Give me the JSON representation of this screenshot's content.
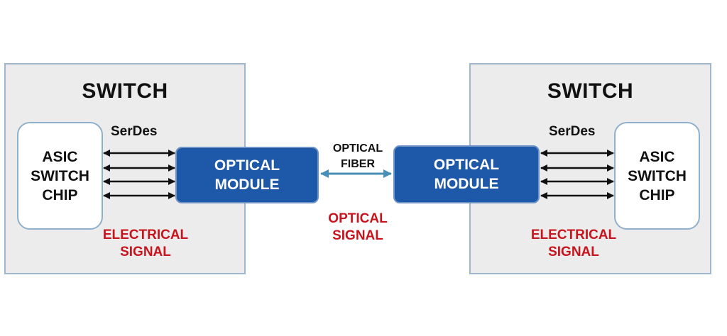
{
  "left_switch": {
    "title": "SWITCH",
    "asic_label": "ASIC\nSWITCH\nCHIP",
    "serdes_label": "SerDes",
    "optical_module_label": "OPTICAL\nMODULE",
    "signal_label": "ELECTRICAL\nSIGNAL"
  },
  "right_switch": {
    "title": "SWITCH",
    "asic_label": "ASIC\nSWITCH\nCHIP",
    "serdes_label": "SerDes",
    "optical_module_label": "OPTICAL\nMODULE",
    "signal_label": "ELECTRICAL\nSIGNAL"
  },
  "fiber": {
    "label": "OPTICAL\nFIBER",
    "signal_label": "OPTICAL\nSIGNAL"
  },
  "colors": {
    "module_fill": "#1e58a8",
    "signal_red": "#c8141c",
    "switch_fill": "#ececec",
    "box_border": "#9fb7cf",
    "fiber_arrow": "#4a8fb5"
  },
  "serdes_lanes": 4
}
